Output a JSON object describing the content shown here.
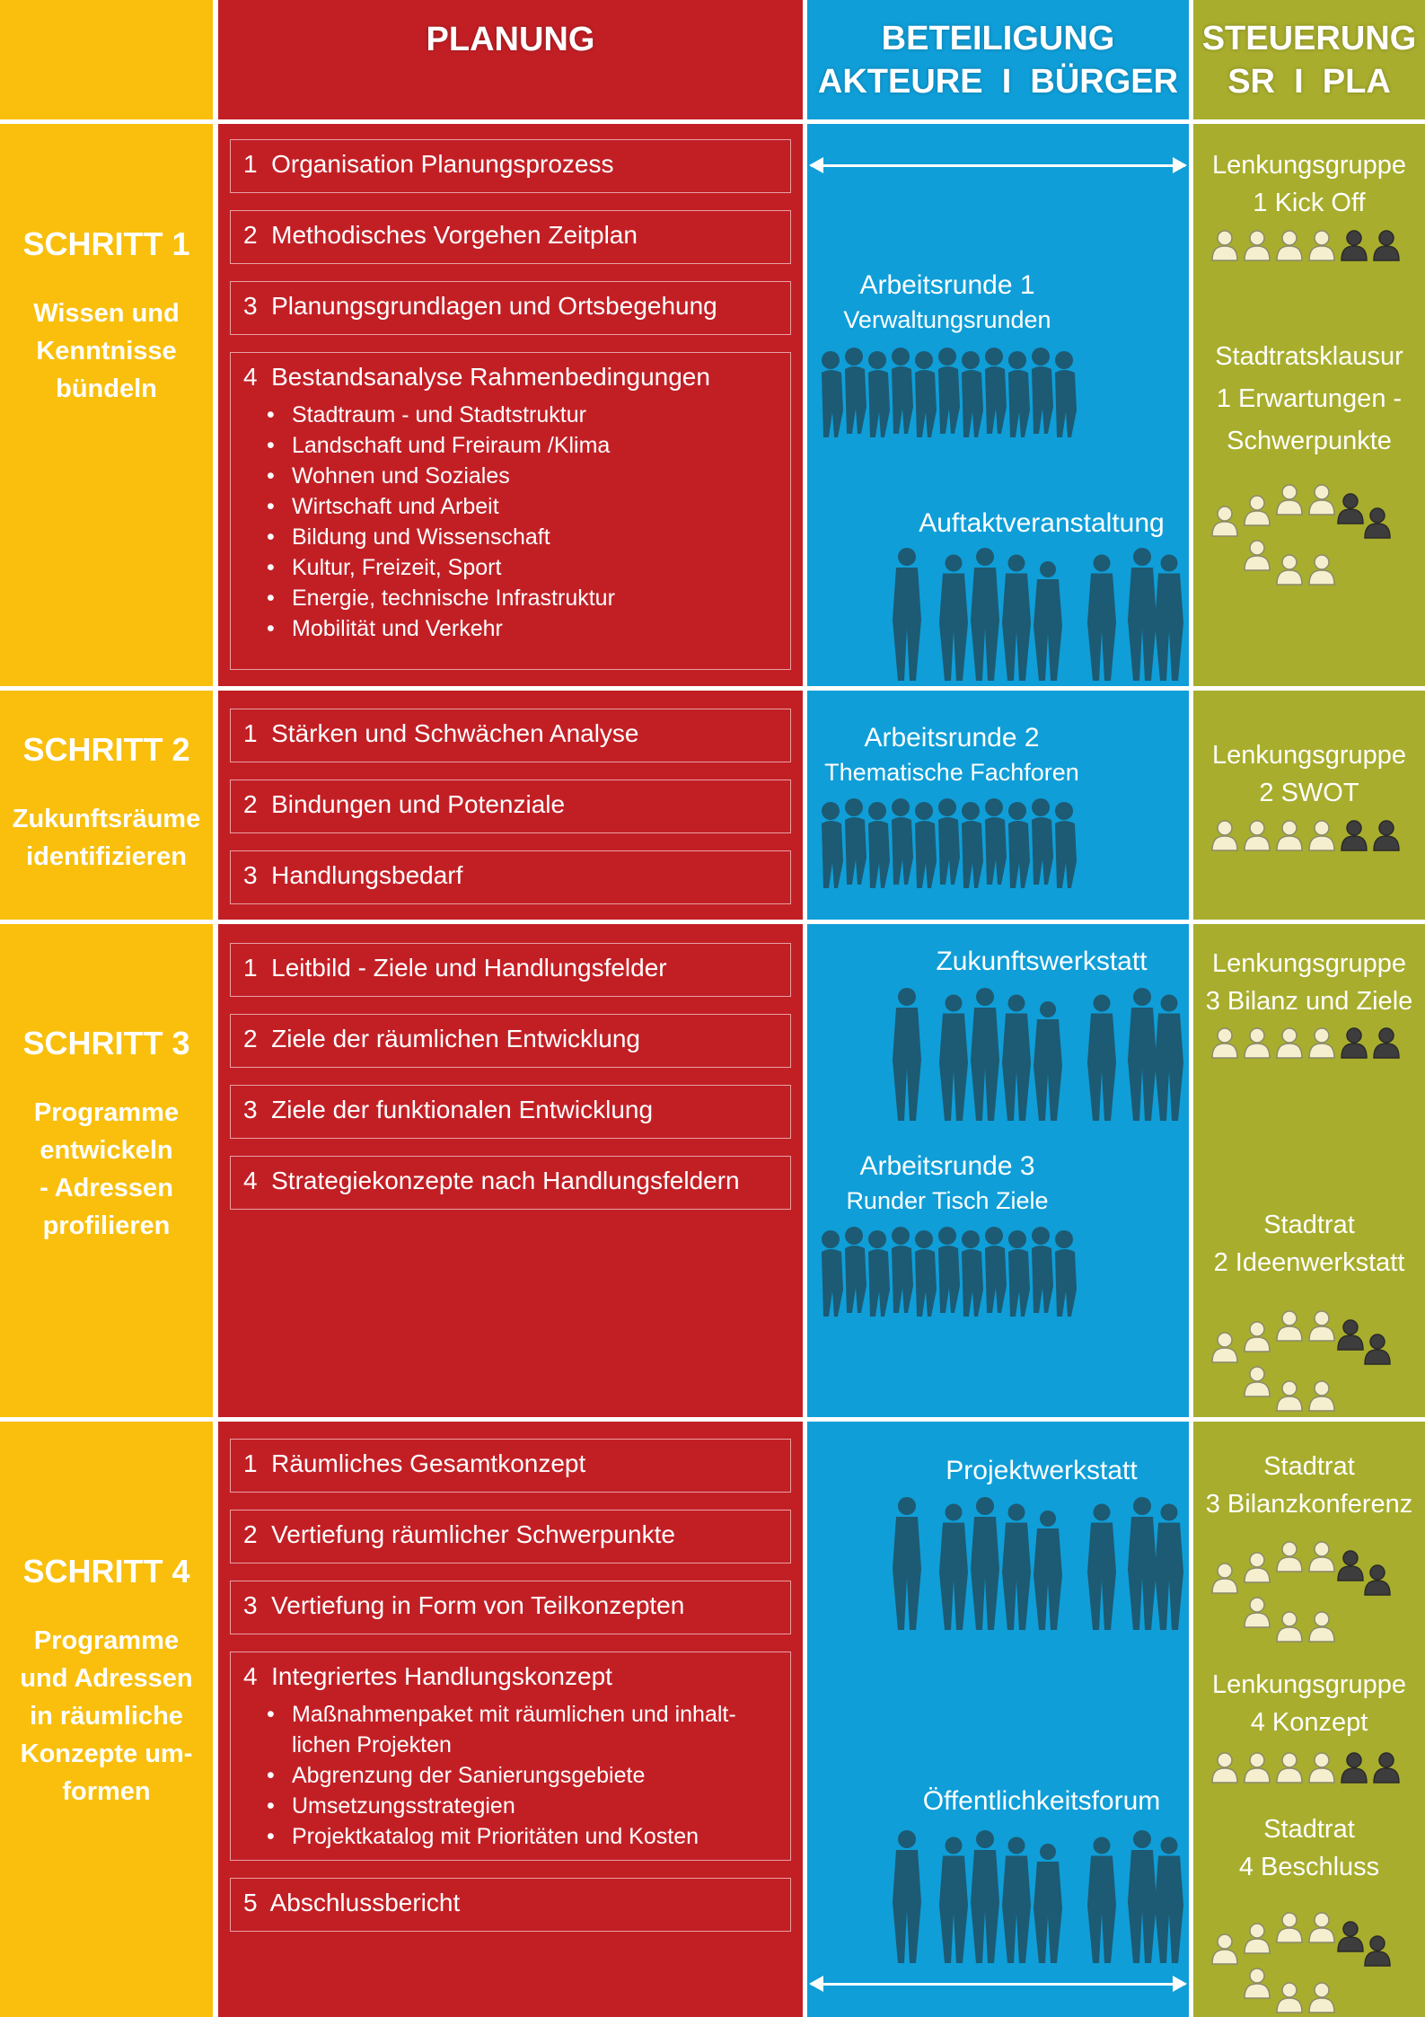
{
  "headers": {
    "planung": "PLANUNG",
    "beteiligung_line1": "BETEILIGUNG",
    "beteiligung_line2": "AKTEURE  I  BÜRGER",
    "steuerung_line1": "STEUERUNG",
    "steuerung_line2": "SR  I  PLA"
  },
  "steps": [
    {
      "num": "SCHRITT 1",
      "desc": [
        "Wissen und",
        "Kenntnisse",
        "bündeln"
      ]
    },
    {
      "num": "SCHRITT 2",
      "desc": [
        "Zukunftsräume",
        "identifizieren"
      ]
    },
    {
      "num": "SCHRITT 3",
      "desc": [
        "Programme",
        "entwickeln",
        "- Adressen",
        "profilieren"
      ]
    },
    {
      "num": "SCHRITT 4",
      "desc": [
        "Programme",
        "und Adressen",
        "in räumliche",
        "Konzepte um-",
        "formen"
      ]
    }
  ],
  "planung": {
    "s1": [
      {
        "title": "1  Organisation Planungsprozess"
      },
      {
        "title": "2  Methodisches Vorgehen Zeitplan"
      },
      {
        "title": "3  Planungsgrundlagen und Ortsbegehung"
      },
      {
        "title": "4  Bestandsanalyse Rahmenbedingungen",
        "items": [
          "Stadtraum - und Stadtstruktur",
          "Landschaft und Freiraum /Klima",
          "Wohnen und Soziales",
          "Wirtschaft und Arbeit",
          "Bildung und Wissenschaft",
          "Kultur, Freizeit, Sport",
          "Energie, technische Infrastruktur",
          "Mobilität und Verkehr"
        ]
      }
    ],
    "s2": [
      {
        "title": "1  Stärken und Schwächen Analyse"
      },
      {
        "title": "2  Bindungen und Potenziale"
      },
      {
        "title": "3  Handlungsbedarf"
      }
    ],
    "s3": [
      {
        "title": "1  Leitbild - Ziele und Handlungsfelder"
      },
      {
        "title": "2  Ziele der räumlichen Entwicklung"
      },
      {
        "title": "3  Ziele der funktionalen Entwicklung"
      },
      {
        "title": "4  Strategiekonzepte nach Handlungsfeldern"
      }
    ],
    "s4": [
      {
        "title": "1  Räumliches Gesamtkonzept"
      },
      {
        "title": "2  Vertiefung räumlicher Schwerpunkte"
      },
      {
        "title": "3  Vertiefung in Form von Teilkonzepten"
      },
      {
        "title": "4  Integriertes Handlungskonzept",
        "items": [
          "Maßnahmenpaket mit räumlichen und inhalt-lichen Projekten",
          "Abgrenzung der Sanierungsgebiete",
          "Umsetzungsstrategien",
          "Projektkatalog mit Prioritäten und Kosten"
        ]
      },
      {
        "title": "5  Abschlussbericht"
      }
    ]
  },
  "beteiligung": {
    "arbeitsrunde1": {
      "title": "Arbeitsrunde 1",
      "sub": "Verwaltungsrunden"
    },
    "auftakt": {
      "title": "Auftaktveranstaltung"
    },
    "arbeitsrunde2": {
      "title": "Arbeitsrunde 2",
      "sub": "Thematische Fachforen"
    },
    "zukunft": {
      "title": "Zukunftswerkstatt"
    },
    "arbeitsrunde3": {
      "title": "Arbeitsrunde 3",
      "sub": "Runder Tisch Ziele"
    },
    "projekt": {
      "title": "Projektwerkstatt"
    },
    "forum": {
      "title": "Öffentlichkeitsforum"
    }
  },
  "steuerung": {
    "lg1": {
      "l1": "Lenkungsgruppe",
      "l2": "1 Kick Off"
    },
    "klausur": {
      "l1": "Stadtratsklausur",
      "l2": "1 Erwartungen -",
      "l3": "Schwerpunkte"
    },
    "lg2": {
      "l1": "Lenkungsgruppe",
      "l2": "2 SWOT"
    },
    "lg3": {
      "l1": "Lenkungsgruppe",
      "l2": "3 Bilanz und Ziele"
    },
    "sr2": {
      "l1": "Stadtrat",
      "l2": "2 Ideenwerkstatt"
    },
    "sr3": {
      "l1": "Stadtrat",
      "l2": "3 Bilanzkonferenz"
    },
    "lg4": {
      "l1": "Lenkungsgruppe",
      "l2": "4 Konzept"
    },
    "sr4": {
      "l1": "Stadtrat",
      "l2": "4 Beschluss"
    }
  },
  "colors": {
    "yellow": "#f9bf0c",
    "red": "#c21f25",
    "blue": "#0f9ed8",
    "green": "#a8ad2d",
    "silhouette": "#1d5a73",
    "person_light": "#f5efcf",
    "person_dark": "#3d3d3d"
  },
  "icons": [
    "person-icon",
    "group-silhouette-icon",
    "crowd-silhouette-icon",
    "double-arrow-icon"
  ]
}
